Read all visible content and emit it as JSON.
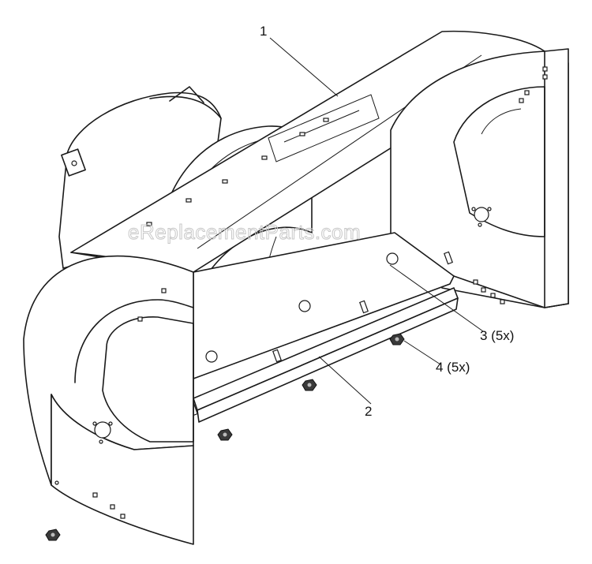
{
  "watermark": "eReplacementParts.com",
  "callouts": [
    {
      "id": "1",
      "text": "1"
    },
    {
      "id": "2",
      "text": "2"
    },
    {
      "id": "3",
      "text": "3 (5x)"
    },
    {
      "id": "4",
      "text": "4 (5x)"
    }
  ]
}
